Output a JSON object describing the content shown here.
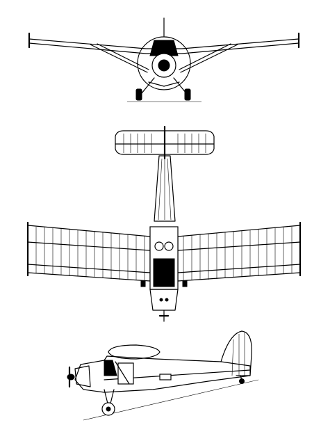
{
  "figure": {
    "views": [
      "front-view",
      "top-view",
      "side-view"
    ]
  }
}
